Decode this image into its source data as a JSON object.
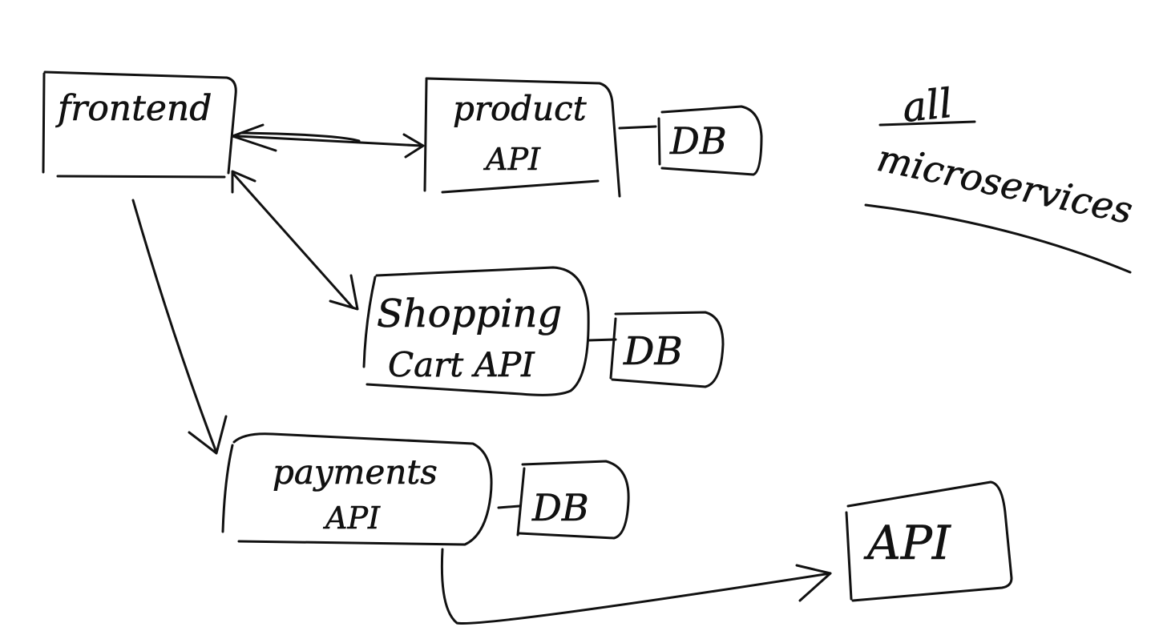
{
  "colors": {
    "ink": "#111111",
    "paper": "#ffffff"
  },
  "nodes": {
    "frontend": {
      "label": "frontend"
    },
    "product": {
      "line1": "product",
      "line2": "API"
    },
    "product_db": {
      "label": "DB"
    },
    "cart": {
      "line1": "Shopping",
      "line2": "Cart API"
    },
    "cart_db": {
      "label": "DB"
    },
    "payments": {
      "line1": "payments",
      "line2": "API"
    },
    "payments_db": {
      "label": "DB"
    },
    "external_api": {
      "label": "API"
    }
  },
  "note": {
    "line1": "all",
    "line2": "microservices"
  },
  "edges": [
    {
      "from": "frontend",
      "to": "product",
      "direction": "both"
    },
    {
      "from": "frontend",
      "to": "cart",
      "direction": "both"
    },
    {
      "from": "frontend",
      "to": "payments",
      "direction": "forward"
    },
    {
      "from": "payments",
      "to": "external_api",
      "direction": "forward"
    },
    {
      "from": "product",
      "to": "product_db",
      "direction": "none"
    },
    {
      "from": "cart",
      "to": "cart_db",
      "direction": "none"
    },
    {
      "from": "payments",
      "to": "payments_db",
      "direction": "none"
    }
  ]
}
